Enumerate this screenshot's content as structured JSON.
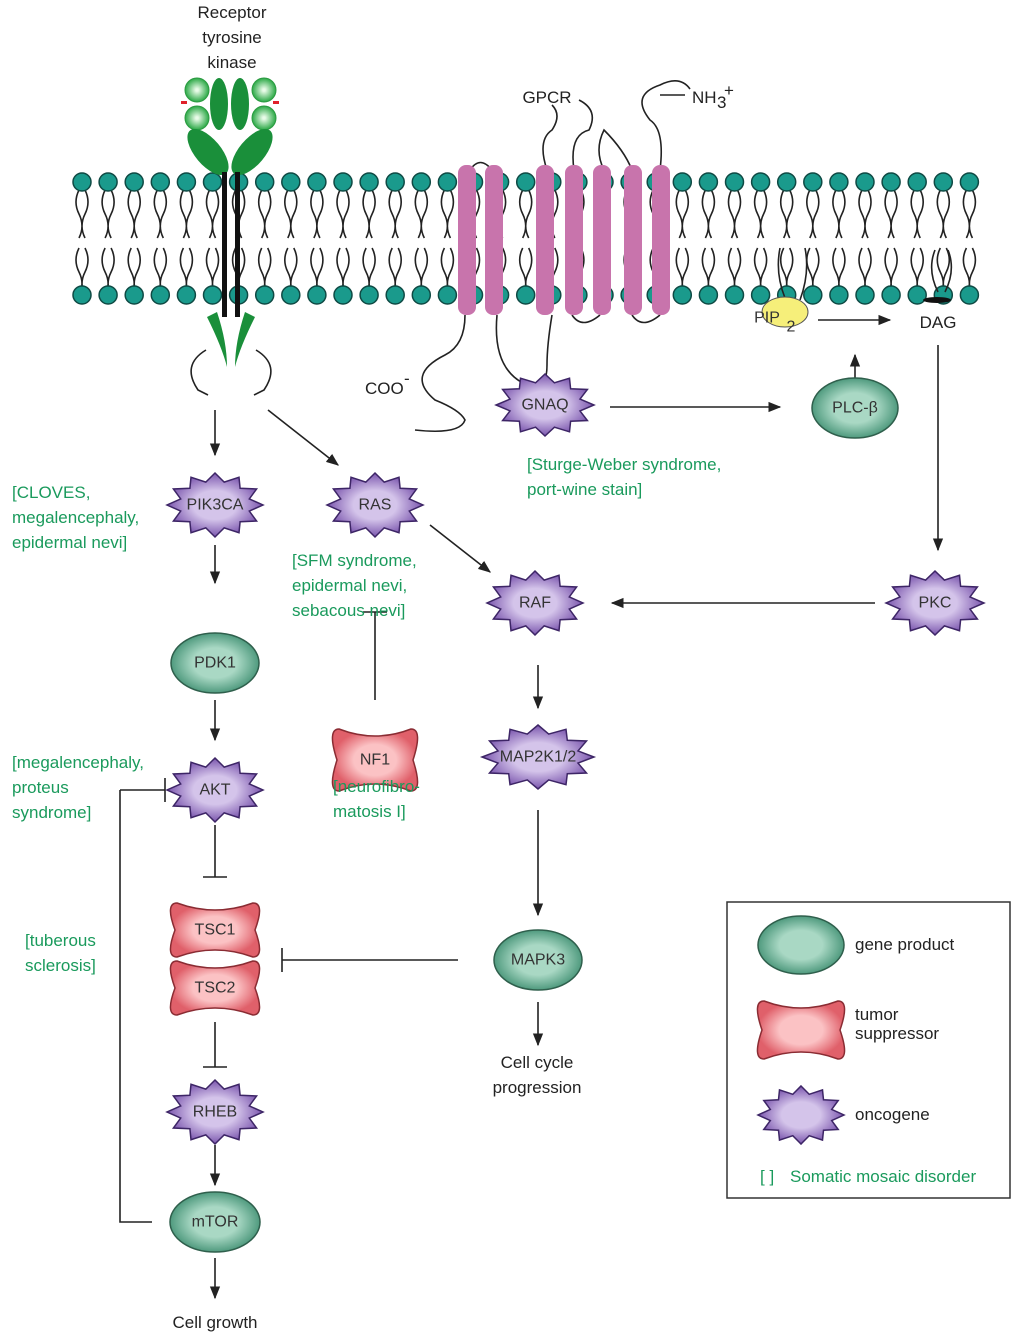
{
  "colors": {
    "gene_product": "#7fbfa5",
    "tumor_suppressor": "#f4a0a4",
    "oncogene": "#b399d4",
    "disorder_text": "#1a9a5c",
    "membrane_head": "#1a9a8c",
    "gpcr": "#c874ac",
    "rtk": "#1a8f3a",
    "pip2": "#f6ef7a"
  },
  "labels": {
    "rtk": [
      "Receptor",
      "tyrosine",
      "kinase"
    ],
    "gpcr": "GPCR",
    "nh3": "NH",
    "nh3_sub": "3",
    "nh3_sup": "+",
    "coo": "COO",
    "coo_sup": "-",
    "pip2": "PIP",
    "pip2_sub": "2",
    "dag": "DAG",
    "cell_growth": "Cell growth",
    "cell_cycle": [
      "Cell cycle",
      "progression"
    ]
  },
  "nodes": {
    "gnaq": {
      "label": "GNAQ",
      "type": "oncogene"
    },
    "plcb": {
      "label": "PLC-β",
      "type": "gene_product"
    },
    "pik3ca": {
      "label": "PIK3CA",
      "type": "oncogene"
    },
    "ras": {
      "label": "RAS",
      "type": "oncogene"
    },
    "raf": {
      "label": "RAF",
      "type": "oncogene"
    },
    "pkc": {
      "label": "PKC",
      "type": "oncogene"
    },
    "pdk1": {
      "label": "PDK1",
      "type": "gene_product"
    },
    "nf1": {
      "label": "NF1",
      "type": "tumor_suppressor"
    },
    "map2k": {
      "label": "MAP2K1/2",
      "type": "oncogene"
    },
    "akt": {
      "label": "AKT",
      "type": "oncogene"
    },
    "tsc1": {
      "label": "TSC1",
      "type": "tumor_suppressor"
    },
    "tsc2": {
      "label": "TSC2",
      "type": "tumor_suppressor"
    },
    "mapk3": {
      "label": "MAPK3",
      "type": "gene_product"
    },
    "rheb": {
      "label": "RHEB",
      "type": "oncogene"
    },
    "mtor": {
      "label": "mTOR",
      "type": "gene_product"
    }
  },
  "disorders": {
    "pik3ca": [
      "[CLOVES,",
      "megalencephaly,",
      "epidermal nevi]"
    ],
    "ras": [
      "[SFM syndrome,",
      "epidermal nevi,",
      "sebacous nevi]"
    ],
    "gnaq": [
      "[Sturge-Weber syndrome,",
      "port-wine stain]"
    ],
    "akt": [
      "[megalencephaly,",
      "proteus",
      "syndrome]"
    ],
    "nf1": [
      "[neurofibro-",
      "matosis I]"
    ],
    "tsc": [
      "[tuberous",
      "sclerosis]"
    ]
  },
  "legend": {
    "items": [
      {
        "label": [
          "gene product"
        ],
        "type": "gene_product"
      },
      {
        "label": [
          "tumor",
          "suppressor"
        ],
        "type": "tumor_suppressor"
      },
      {
        "label": [
          "oncogene"
        ],
        "type": "oncogene"
      }
    ],
    "bracket": "[  ]",
    "somatic": "Somatic mosaic disorder"
  }
}
